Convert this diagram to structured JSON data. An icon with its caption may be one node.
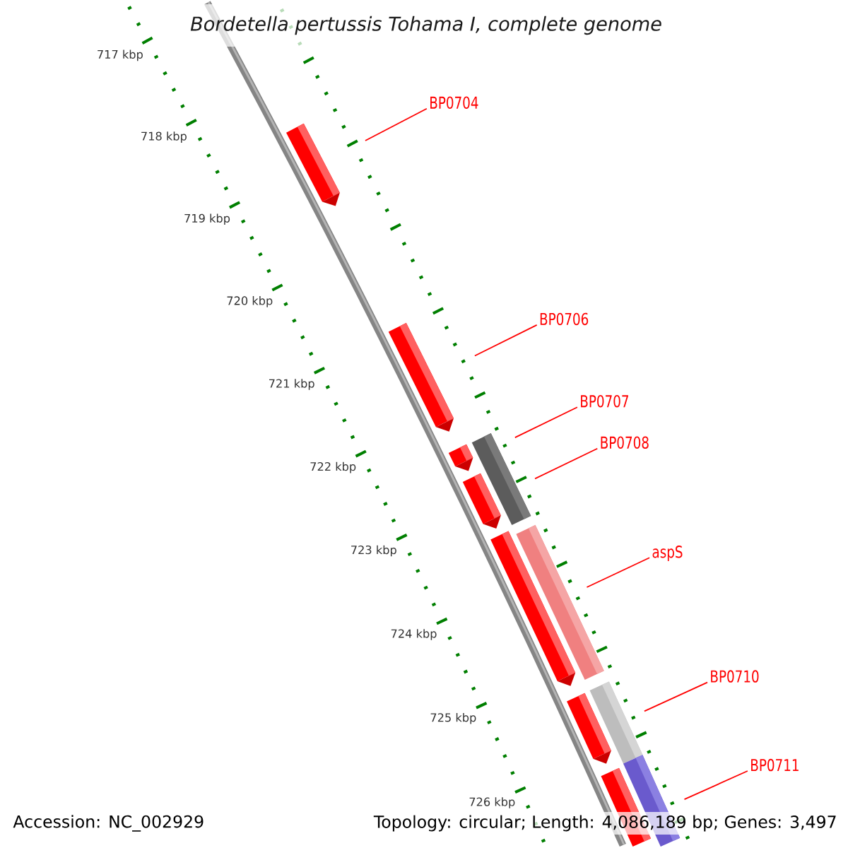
{
  "diagram": {
    "title": "Bordetella pertussis Tohama I, complete genome",
    "nodes": [
      {
        "text": [
          "BP0704"
        ]
      },
      {
        "text": [
          "BP0706"
        ]
      },
      {
        "text": [
          "BP0707"
        ]
      },
      {
        "text": [
          "BP0708"
        ]
      },
      {
        "text": [
          "aspS"
        ]
      },
      {
        "text": [
          "BP0710"
        ]
      },
      {
        "text": [
          "BP0711"
        ]
      },
      {
        "text": [],
        "shape": "arrow"
      },
      {
        "text": [],
        "shape": "arrow"
      },
      {
        "text": [],
        "shape": "arrow"
      },
      {
        "text": [],
        "shape": "arrow"
      },
      {
        "text": [],
        "shape": "arrow"
      },
      {
        "text": [],
        "shape": "arrow"
      },
      {
        "text": [],
        "shape": "arrow"
      },
      {
        "text": [],
        "shape": "bar"
      },
      {
        "text": [],
        "shape": "bar"
      },
      {
        "text": [],
        "shape": "bar"
      },
      {
        "text": [],
        "shape": "bar"
      }
    ],
    "edges": [
      {
        "from": 0,
        "to": null,
        "arrow": "none"
      },
      {
        "from": 1,
        "to": null,
        "arrow": "none"
      },
      {
        "from": 2,
        "to": null,
        "arrow": "none"
      },
      {
        "from": 3,
        "to": null,
        "arrow": "none"
      },
      {
        "from": 4,
        "to": null,
        "arrow": "none"
      },
      {
        "from": 5,
        "to": null,
        "arrow": "none"
      },
      {
        "from": 6,
        "to": null,
        "arrow": "none"
      }
    ],
    "labels": [
      "717 kbp",
      "718 kbp",
      "719 kbp",
      "720 kbp",
      "721 kbp",
      "722 kbp",
      "723 kbp",
      "724 kbp",
      "725 kbp",
      "726 kbp",
      "Accession: NC_002929",
      "Topology: circular; Length: 4,086,189 bp; Genes: 3,497"
    ]
  }
}
